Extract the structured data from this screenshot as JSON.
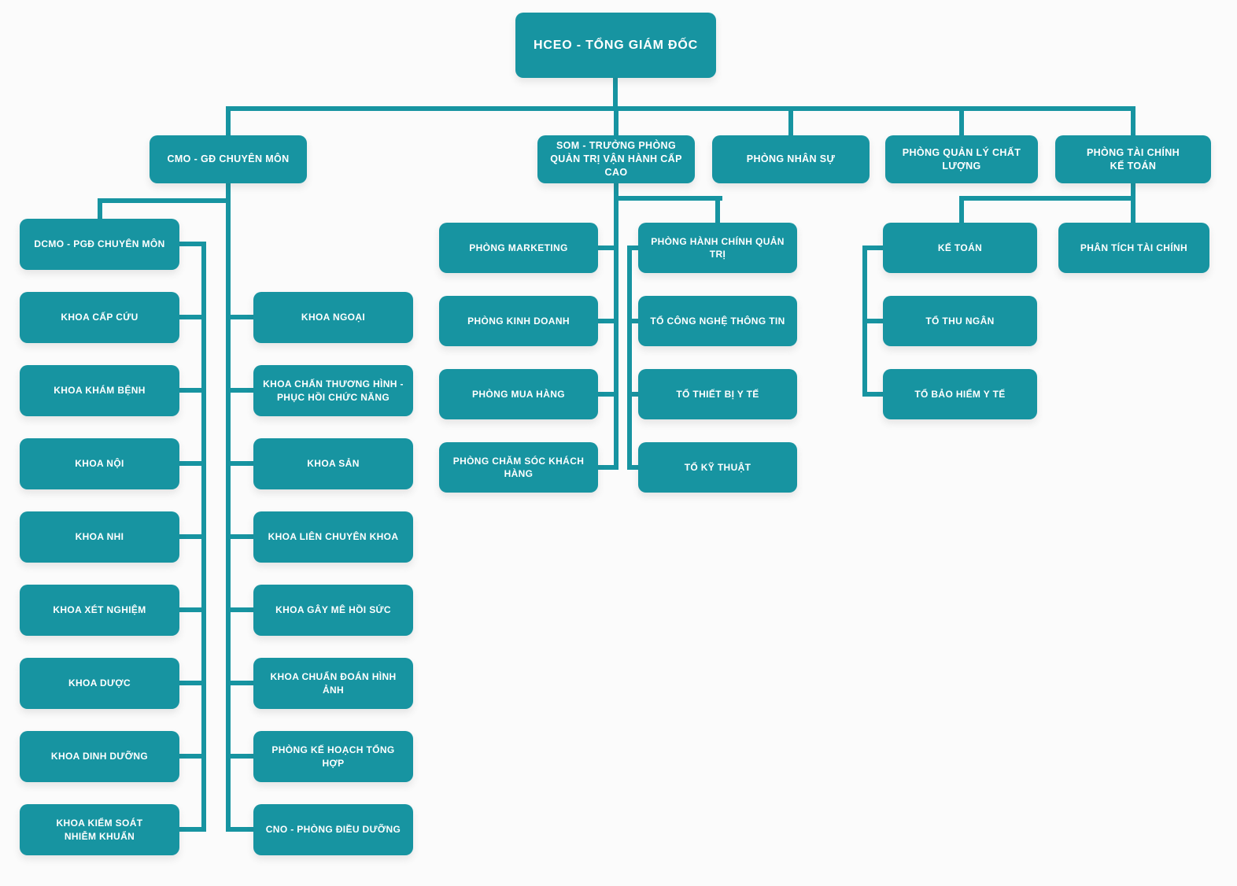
{
  "colors": {
    "node_fill": "#1794a1",
    "node_text": "#ffffff",
    "connector": "#1794a1",
    "background": "#fbfbfb"
  },
  "nodes": {
    "hceo": {
      "label": "HCEO - TỔNG GIÁM ĐỐC"
    },
    "cmo": {
      "label": "CMO - GĐ CHUYÊN MÔN"
    },
    "som": {
      "label": "SOM - TRƯỞNG PHÒNG\nQUẢN TRỊ VẬN HÀNH CẤP CAO"
    },
    "nhan_su": {
      "label": "PHÒNG NHÂN SỰ"
    },
    "qlcl": {
      "label": "PHÒNG QUẢN LÝ CHẤT LƯỢNG"
    },
    "tckt": {
      "label": "PHÒNG TÀI CHÍNH\nKẾ TOÁN"
    },
    "dcmo": {
      "label": "DCMO - PGĐ CHUYÊN MÔN"
    },
    "cap_cuu": {
      "label": "KHOA CẤP CỨU"
    },
    "kham_benh": {
      "label": "KHOA KHÁM BỆNH"
    },
    "noi": {
      "label": "KHOA NỘI"
    },
    "nhi": {
      "label": "KHOA NHI"
    },
    "xet_nghiem": {
      "label": "KHOA XÉT NGHIỆM"
    },
    "duoc": {
      "label": "KHOA DƯỢC"
    },
    "dinh_duong": {
      "label": "KHOA DINH DƯỠNG"
    },
    "kiem_soat": {
      "label": "KHOA KIỂM SOÁT\nNHIỄM KHUẨN"
    },
    "ngoai": {
      "label": "KHOA NGOẠI"
    },
    "chan_thuong": {
      "label": "KHOA CHẤN THƯƠNG HÌNH -\nPHỤC HỒI CHỨC NĂNG"
    },
    "san": {
      "label": "KHOA SẢN"
    },
    "lien_khoa": {
      "label": "KHOA LIÊN CHUYÊN KHOA"
    },
    "gay_me": {
      "label": "KHOA GÂY MÊ HỒI SỨC"
    },
    "chuan_doan": {
      "label": "KHOA CHUẨN ĐOÁN HÌNH ẢNH"
    },
    "ke_hoach": {
      "label": "PHÒNG KẾ HOẠCH TỔNG HỢP"
    },
    "cno": {
      "label": "CNO - PHÒNG ĐIỀU DƯỠNG"
    },
    "marketing": {
      "label": "PHÒNG MARKETING"
    },
    "kinh_doanh": {
      "label": "PHÒNG KINH DOANH"
    },
    "mua_hang": {
      "label": "PHÒNG MUA HÀNG"
    },
    "cham_soc": {
      "label": "PHÒNG CHĂM SÓC KHÁCH HÀNG"
    },
    "hanh_chinh": {
      "label": "PHÒNG HÀNH CHÍNH QUẢN TRỊ"
    },
    "cntt": {
      "label": "TỔ CÔNG NGHỆ THÔNG TIN"
    },
    "thiet_bi": {
      "label": "TỔ THIẾT BỊ Y TẾ"
    },
    "ky_thuat": {
      "label": "TỔ KỸ THUẬT"
    },
    "ke_toan": {
      "label": "KẾ TOÁN"
    },
    "thu_ngan": {
      "label": "TỔ THU NGÂN"
    },
    "bao_hiem": {
      "label": "TỔ BẢO HIỂM Y TẾ"
    },
    "phan_tich": {
      "label": "PHÂN TÍCH TÀI CHÍNH"
    }
  },
  "edges": {
    "hceo": [
      "cmo",
      "som",
      "nhan_su",
      "qlcl",
      "tckt"
    ],
    "cmo": [
      "dcmo",
      "ngoai",
      "chan_thuong",
      "san",
      "lien_khoa",
      "gay_me",
      "chuan_doan",
      "ke_hoach",
      "cno"
    ],
    "dcmo": [
      "cap_cuu",
      "kham_benh",
      "noi",
      "nhi",
      "xet_nghiem",
      "duoc",
      "dinh_duong",
      "kiem_soat"
    ],
    "som": [
      "marketing",
      "kinh_doanh",
      "mua_hang",
      "cham_soc",
      "hanh_chinh"
    ],
    "hanh_chinh": [
      "cntt",
      "thiet_bi",
      "ky_thuat"
    ],
    "tckt": [
      "ke_toan",
      "phan_tich"
    ],
    "ke_toan": [
      "thu_ngan",
      "bao_hiem"
    ]
  }
}
